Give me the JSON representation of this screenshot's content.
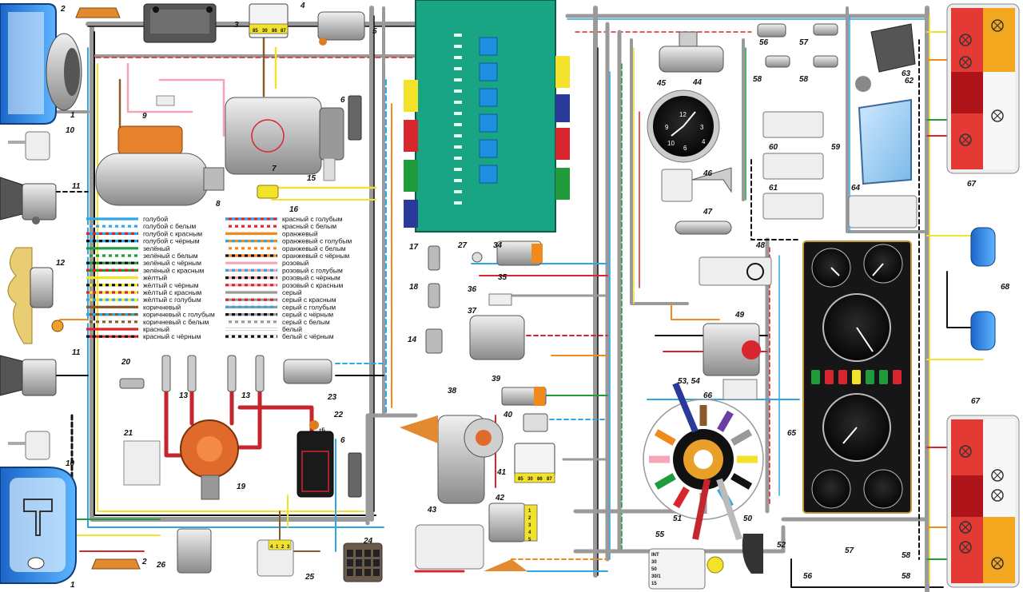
{
  "colors": {
    "blue": "#2fa7e6",
    "green": "#1f9b3c",
    "yellow": "#f3e22a",
    "brown": "#8a5a2b",
    "red": "#d8262e",
    "orange": "#f08a1c",
    "pink": "#f5a7b8",
    "gray": "#9a9a9a",
    "white": "#ffffff",
    "black": "#111111",
    "violet": "#6b3fa0",
    "relay_board": "#19a483",
    "relay_fuse": "#1f8fe0"
  },
  "legend": {
    "left": [
      {
        "label": "голубой",
        "main": "blue",
        "stripe": null
      },
      {
        "label": "голубой с белым",
        "main": "blue",
        "stripe": "white"
      },
      {
        "label": "голубой с красным",
        "main": "blue",
        "stripe": "red"
      },
      {
        "label": "голубой с чёрным",
        "main": "blue",
        "stripe": "black"
      },
      {
        "label": "зелёный",
        "main": "green",
        "stripe": null
      },
      {
        "label": "зелёный с белым",
        "main": "green",
        "stripe": "white"
      },
      {
        "label": "зелёный с чёрным",
        "main": "green",
        "stripe": "black"
      },
      {
        "label": "зелёный с красным",
        "main": "green",
        "stripe": "red"
      },
      {
        "label": "жёлтый",
        "main": "yellow",
        "stripe": null
      },
      {
        "label": "жёлтый с чёрным",
        "main": "yellow",
        "stripe": "black"
      },
      {
        "label": "жёлтый с красным",
        "main": "yellow",
        "stripe": "red"
      },
      {
        "label": "жёлтый с голубым",
        "main": "yellow",
        "stripe": "blue"
      },
      {
        "label": "коричневый",
        "main": "brown",
        "stripe": null
      },
      {
        "label": "коричневый с голубым",
        "main": "brown",
        "stripe": "blue"
      },
      {
        "label": "коричневый с белым",
        "main": "brown",
        "stripe": "white"
      },
      {
        "label": "красный",
        "main": "red",
        "stripe": null
      },
      {
        "label": "красный с чёрным",
        "main": "red",
        "stripe": "black"
      }
    ],
    "right": [
      {
        "label": "красный с голубым",
        "main": "red",
        "stripe": "blue"
      },
      {
        "label": "красный с белым",
        "main": "red",
        "stripe": "white"
      },
      {
        "label": "оранжевый",
        "main": "orange",
        "stripe": null
      },
      {
        "label": "оранжевый с голубым",
        "main": "orange",
        "stripe": "blue"
      },
      {
        "label": "оранжевый с белым",
        "main": "orange",
        "stripe": "white"
      },
      {
        "label": "оранжевый с чёрным",
        "main": "orange",
        "stripe": "black"
      },
      {
        "label": "розовый",
        "main": "pink",
        "stripe": null
      },
      {
        "label": "розовый с голубым",
        "main": "pink",
        "stripe": "blue"
      },
      {
        "label": "розовый с чёрным",
        "main": "pink",
        "stripe": "black"
      },
      {
        "label": "розовый с красным",
        "main": "pink",
        "stripe": "red"
      },
      {
        "label": "серый",
        "main": "gray",
        "stripe": null
      },
      {
        "label": "серый с красным",
        "main": "gray",
        "stripe": "red"
      },
      {
        "label": "серый с голубым",
        "main": "gray",
        "stripe": "blue"
      },
      {
        "label": "серый с чёрным",
        "main": "gray",
        "stripe": "black"
      },
      {
        "label": "серый с белым",
        "main": "gray",
        "stripe": "white"
      },
      {
        "label": "белый",
        "main": "white",
        "stripe": null
      },
      {
        "label": "белый с чёрным",
        "main": "white",
        "stripe": "black"
      }
    ]
  },
  "relay_terminals": [
    "85",
    "30",
    "86",
    "87"
  ],
  "ignition_terminals": [
    "INT",
    "30",
    "50",
    "30/1",
    "15"
  ],
  "connector_25_pins": [
    "4",
    "1",
    "2",
    "3"
  ],
  "connector_42_pins": [
    "1",
    "2",
    "3",
    "4",
    "5"
  ],
  "coil_terminal": "+Б",
  "clock_numerals": [
    "12",
    "3",
    "6",
    "9",
    "10",
    "4"
  ],
  "components": [
    {
      "id": "1",
      "label": "1"
    },
    {
      "id": "1b",
      "label": "1"
    },
    {
      "id": "2",
      "label": "2"
    },
    {
      "id": "2b",
      "label": "2"
    },
    {
      "id": "3",
      "label": "3"
    },
    {
      "id": "4",
      "label": "4"
    },
    {
      "id": "5",
      "label": "5"
    },
    {
      "id": "6",
      "label": "6"
    },
    {
      "id": "6b",
      "label": "6"
    },
    {
      "id": "7",
      "label": "7"
    },
    {
      "id": "8",
      "label": "8"
    },
    {
      "id": "9",
      "label": "9"
    },
    {
      "id": "10",
      "label": "10"
    },
    {
      "id": "10b",
      "label": "10"
    },
    {
      "id": "11",
      "label": "11"
    },
    {
      "id": "11b",
      "label": "11"
    },
    {
      "id": "12",
      "label": "12"
    },
    {
      "id": "13",
      "label": "13"
    },
    {
      "id": "13b",
      "label": "13"
    },
    {
      "id": "14",
      "label": "14"
    },
    {
      "id": "15",
      "label": "15"
    },
    {
      "id": "16",
      "label": "16"
    },
    {
      "id": "17",
      "label": "17"
    },
    {
      "id": "18",
      "label": "18"
    },
    {
      "id": "19",
      "label": "19"
    },
    {
      "id": "20",
      "label": "20"
    },
    {
      "id": "21",
      "label": "21"
    },
    {
      "id": "22",
      "label": "22"
    },
    {
      "id": "23",
      "label": "23"
    },
    {
      "id": "24",
      "label": "24"
    },
    {
      "id": "25",
      "label": "25"
    },
    {
      "id": "26",
      "label": "26"
    },
    {
      "id": "27",
      "label": "27"
    },
    {
      "id": "34",
      "label": "34"
    },
    {
      "id": "35",
      "label": "35"
    },
    {
      "id": "36",
      "label": "36"
    },
    {
      "id": "37",
      "label": "37"
    },
    {
      "id": "38",
      "label": "38"
    },
    {
      "id": "39",
      "label": "39"
    },
    {
      "id": "40",
      "label": "40"
    },
    {
      "id": "41",
      "label": "41"
    },
    {
      "id": "42",
      "label": "42"
    },
    {
      "id": "43",
      "label": "43"
    },
    {
      "id": "44",
      "label": "44"
    },
    {
      "id": "45",
      "label": "45"
    },
    {
      "id": "46",
      "label": "46"
    },
    {
      "id": "47",
      "label": "47"
    },
    {
      "id": "48",
      "label": "48"
    },
    {
      "id": "49",
      "label": "49"
    },
    {
      "id": "50",
      "label": "50"
    },
    {
      "id": "51",
      "label": "51"
    },
    {
      "id": "52",
      "label": "52"
    },
    {
      "id": "5354",
      "label": "53, 54"
    },
    {
      "id": "55",
      "label": "55"
    },
    {
      "id": "56",
      "label": "56"
    },
    {
      "id": "56b",
      "label": "56"
    },
    {
      "id": "57",
      "label": "57"
    },
    {
      "id": "57b",
      "label": "57"
    },
    {
      "id": "58",
      "label": "58"
    },
    {
      "id": "58b",
      "label": "58"
    },
    {
      "id": "58c",
      "label": "58"
    },
    {
      "id": "58d",
      "label": "58"
    },
    {
      "id": "59",
      "label": "59"
    },
    {
      "id": "60",
      "label": "60"
    },
    {
      "id": "61",
      "label": "61"
    },
    {
      "id": "62",
      "label": "62"
    },
    {
      "id": "63",
      "label": "63"
    },
    {
      "id": "64",
      "label": "64"
    },
    {
      "id": "65",
      "label": "65"
    },
    {
      "id": "66",
      "label": "66"
    },
    {
      "id": "67",
      "label": "67"
    },
    {
      "id": "67b",
      "label": "67"
    },
    {
      "id": "68",
      "label": "68"
    }
  ]
}
